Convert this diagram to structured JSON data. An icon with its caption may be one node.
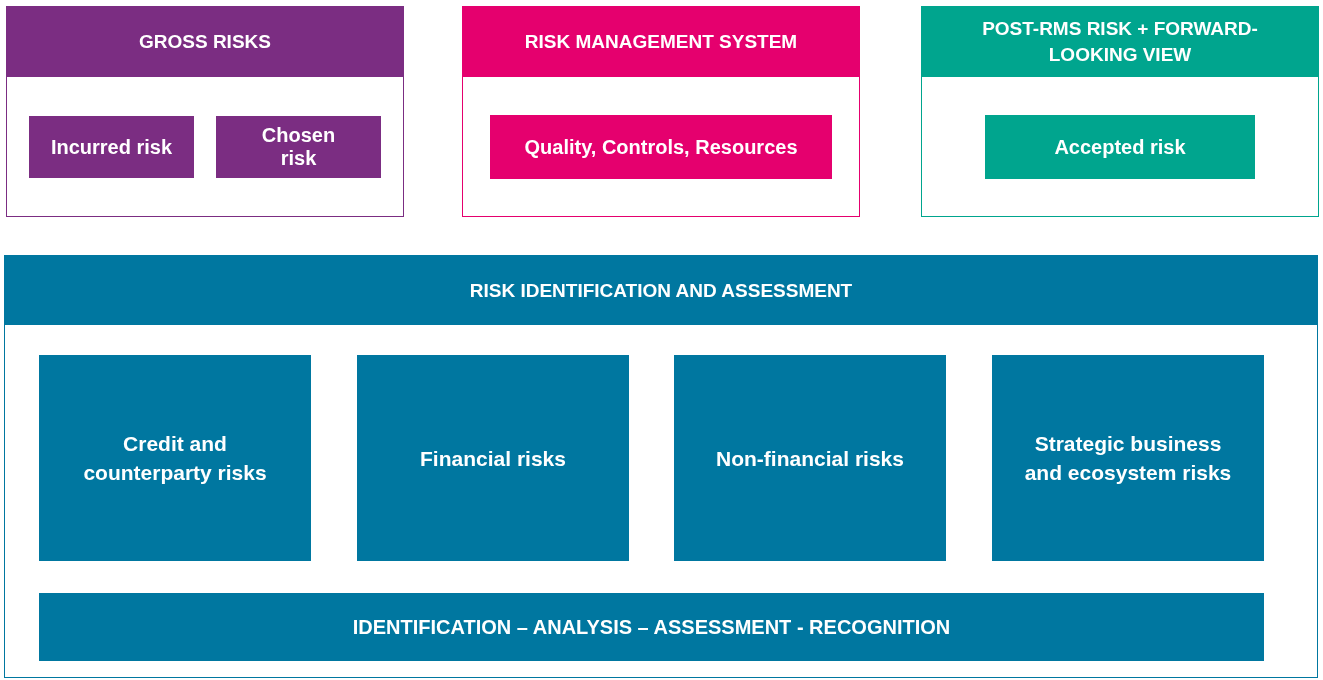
{
  "diagram": {
    "nodes": [
      {
        "text": [
          "GROSS RISKS"
        ]
      },
      {
        "text": [
          "Incurred risk"
        ],
        "in": 0
      },
      {
        "text": [
          "Chosen risk"
        ],
        "in": 0
      },
      {
        "text": [
          "RISK MANAGEMENT SYSTEM"
        ]
      },
      {
        "text": [
          "Quality, Controls, Resources"
        ],
        "in": 3
      },
      {
        "text": [
          "POST-RMS RISK + FORWARD-LOOKING VIEW"
        ]
      },
      {
        "text": [
          "Accepted risk"
        ],
        "in": 5
      },
      {
        "text": [
          "RISK IDENTIFICATION AND ASSESSMENT"
        ]
      },
      {
        "text": [
          "Credit and counterparty risks"
        ],
        "in": 7
      },
      {
        "text": [
          "Financial risks"
        ],
        "in": 7
      },
      {
        "text": [
          "Non-financial risks"
        ],
        "in": 7
      },
      {
        "text": [
          "Strategic business and ecosystem risks"
        ],
        "in": 7
      },
      {
        "text": [
          "IDENTIFICATION – ANALYSIS – ASSESSMENT - RECOGNITION"
        ],
        "in": 7
      }
    ]
  }
}
